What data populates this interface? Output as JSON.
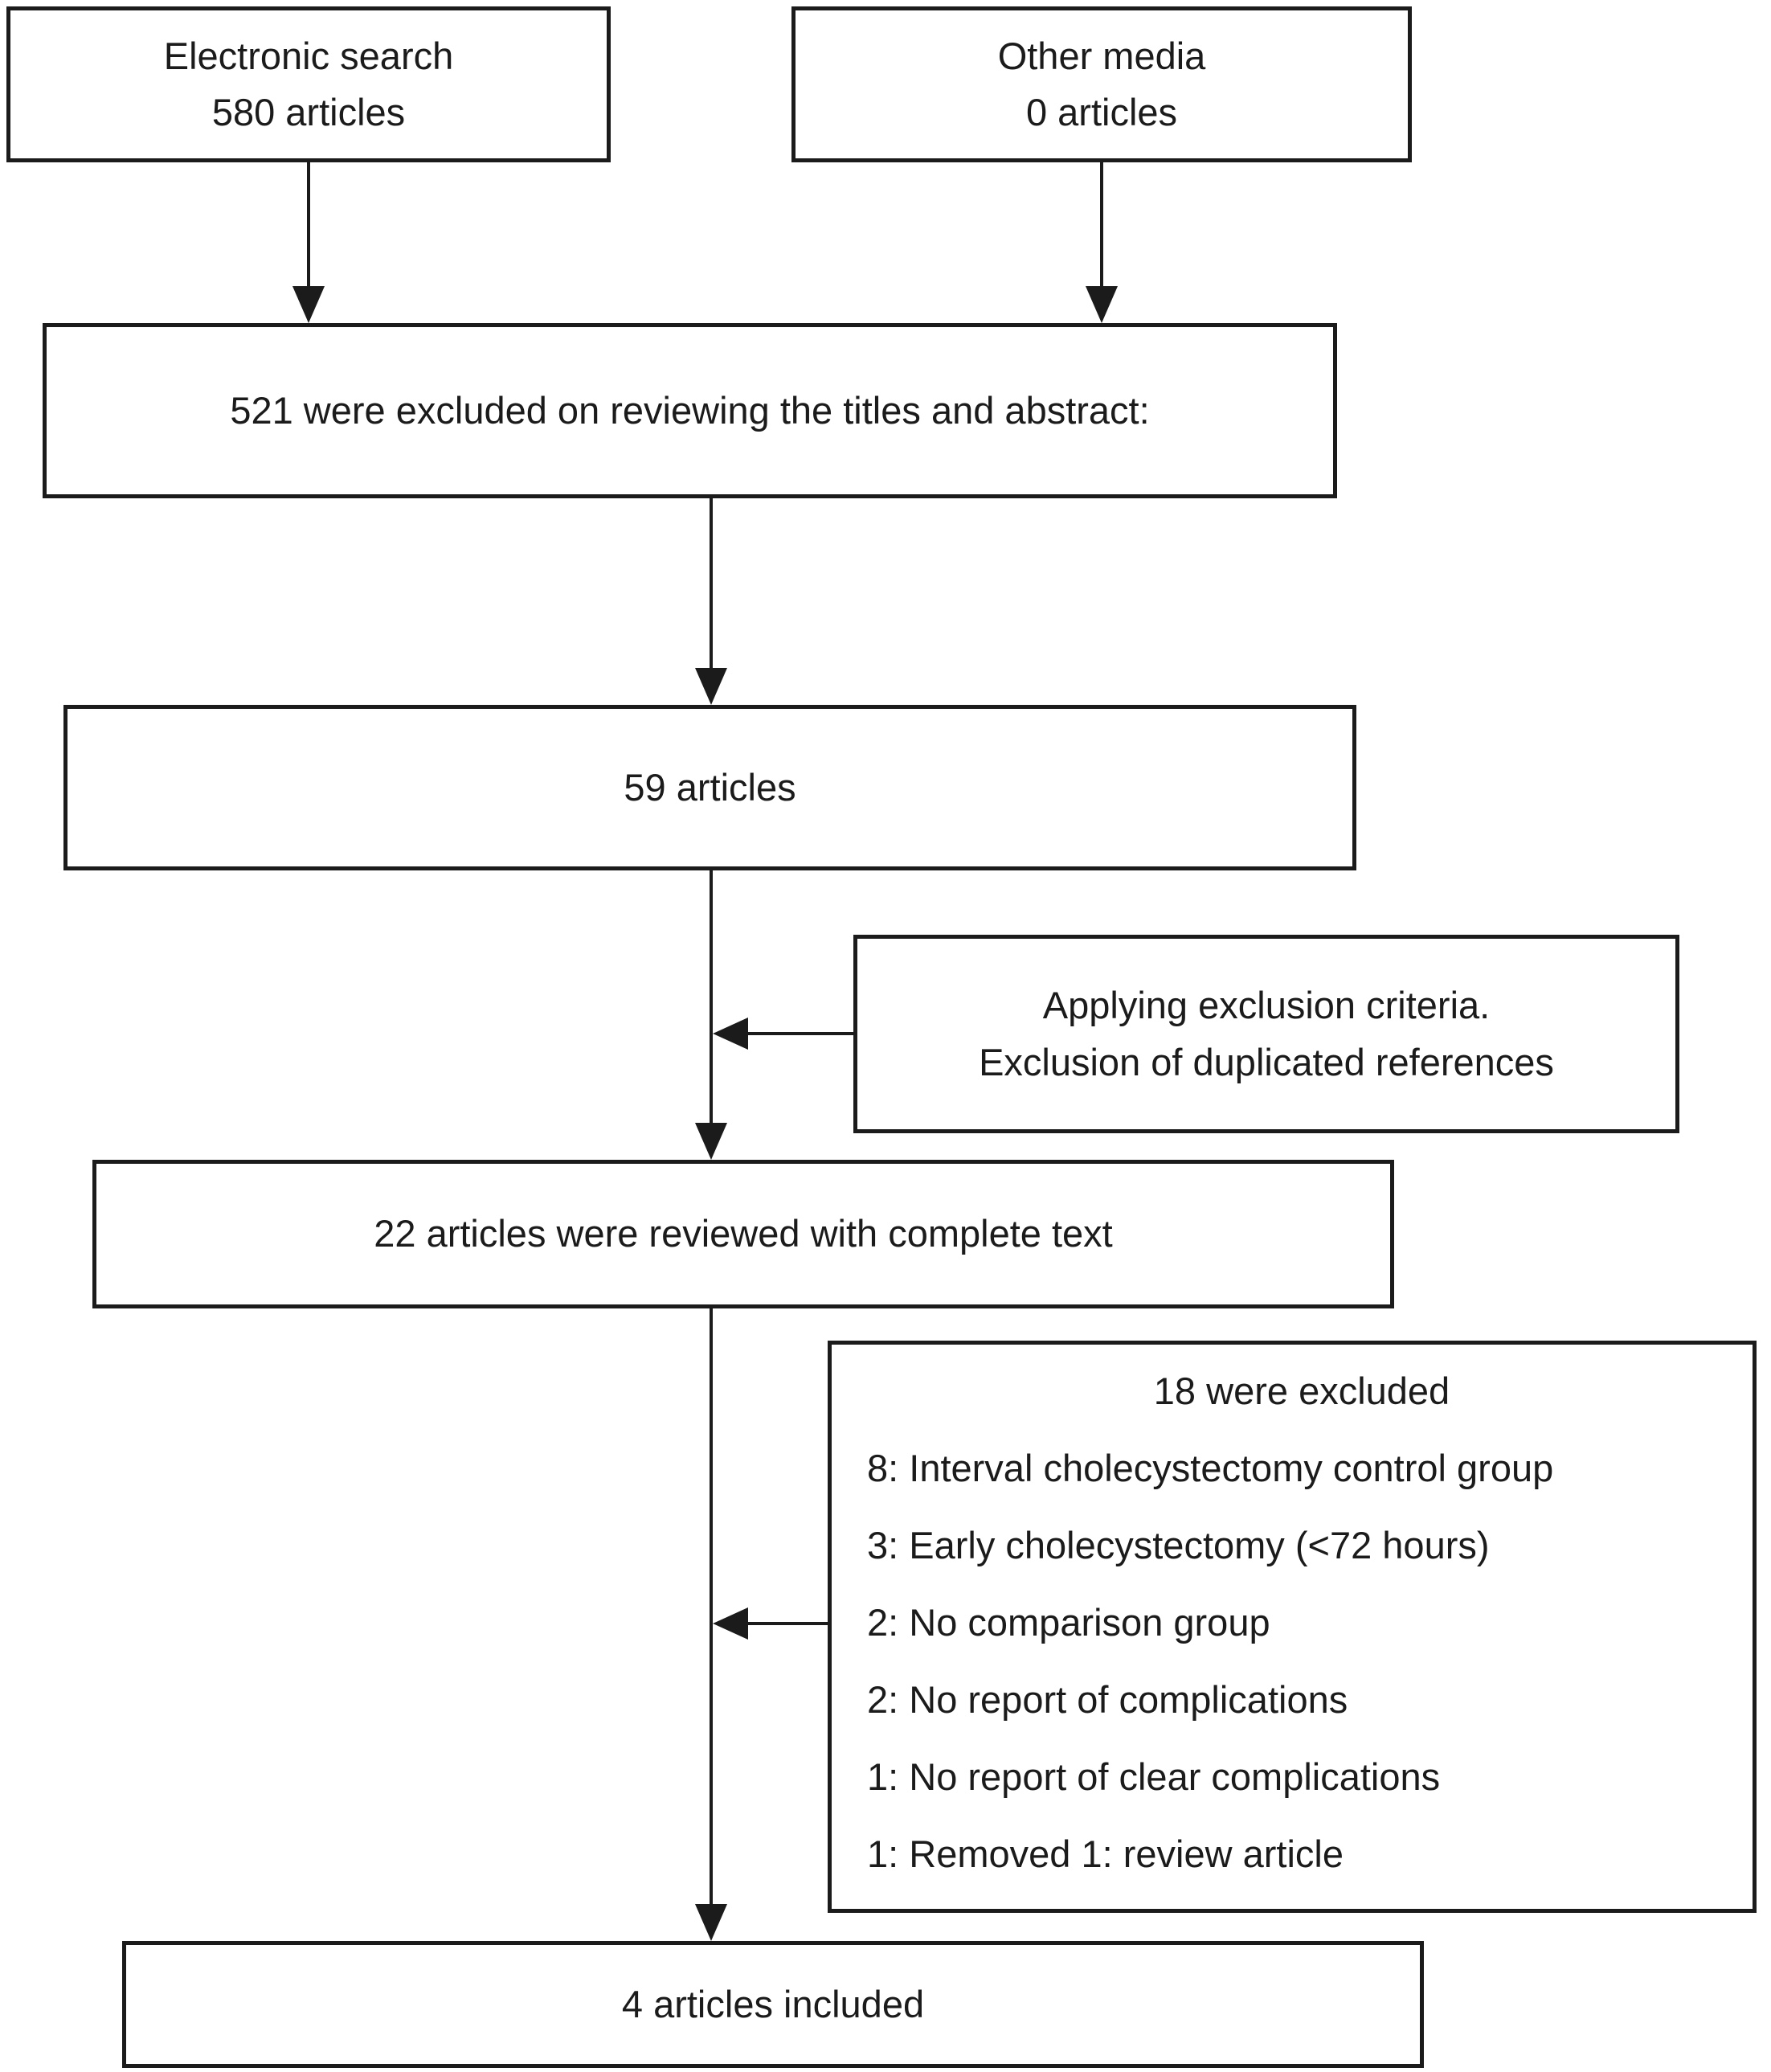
{
  "diagram": {
    "background": "#ffffff",
    "line_color": "#1b1b1b",
    "nodes": {
      "electronic_search": {
        "line1": "Electronic search",
        "line2": "580 articles"
      },
      "other_media": {
        "line1": "Other media",
        "line2": "0 articles"
      },
      "excluded_title_abstract": {
        "text": "521 were excluded on reviewing the titles and abstract:"
      },
      "articles_59": {
        "text": "59  articles"
      },
      "applying_exclusion": {
        "line1": "Applying exclusion criteria.",
        "line2": "Exclusion of duplicated references"
      },
      "reviewed_full_text": {
        "text": "22 articles were reviewed with complete text"
      },
      "excluded_full_text": {
        "title": "18 were excluded",
        "items": [
          "8: Interval cholecystectomy control group",
          "3: Early cholecystectomy (<72 hours)",
          "2: No comparison group",
          "2: No report of complications",
          "1: No report of clear complications",
          "1: Removed 1: review article"
        ]
      },
      "included": {
        "text": "4 articles included"
      }
    }
  }
}
